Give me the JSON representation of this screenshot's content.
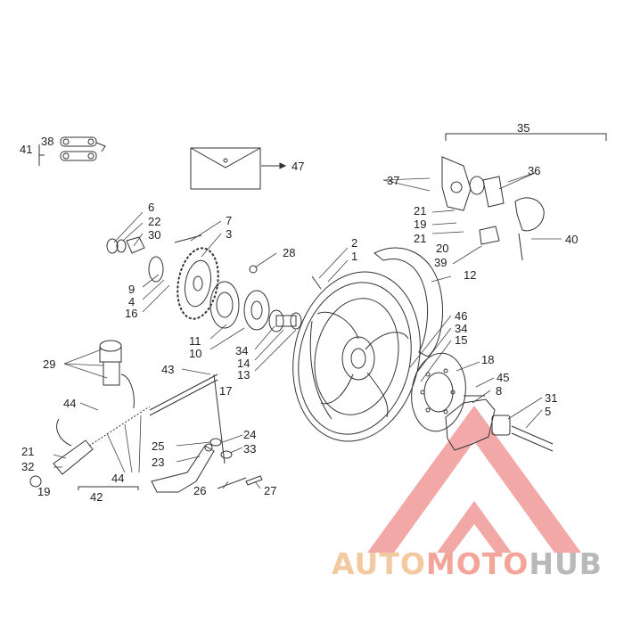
{
  "diagram": {
    "labels": [
      {
        "id": "l41",
        "text": "41"
      },
      {
        "id": "l38",
        "text": "38"
      },
      {
        "id": "l47",
        "text": "47"
      },
      {
        "id": "l35",
        "text": "35"
      },
      {
        "id": "l37",
        "text": "37"
      },
      {
        "id": "l36",
        "text": "36"
      },
      {
        "id": "l21a",
        "text": "21"
      },
      {
        "id": "l19a",
        "text": "19"
      },
      {
        "id": "l21b",
        "text": "21"
      },
      {
        "id": "l20",
        "text": "20"
      },
      {
        "id": "l39",
        "text": "39"
      },
      {
        "id": "l40",
        "text": "40"
      },
      {
        "id": "l6",
        "text": "6"
      },
      {
        "id": "l22",
        "text": "22"
      },
      {
        "id": "l30",
        "text": "30"
      },
      {
        "id": "l7",
        "text": "7"
      },
      {
        "id": "l3",
        "text": "3"
      },
      {
        "id": "l28",
        "text": "28"
      },
      {
        "id": "l2",
        "text": "2"
      },
      {
        "id": "l1",
        "text": "1"
      },
      {
        "id": "l12",
        "text": "12"
      },
      {
        "id": "l9",
        "text": "9"
      },
      {
        "id": "l4",
        "text": "4"
      },
      {
        "id": "l16",
        "text": "16"
      },
      {
        "id": "l11",
        "text": "11"
      },
      {
        "id": "l10",
        "text": "10"
      },
      {
        "id": "l34a",
        "text": "34"
      },
      {
        "id": "l14",
        "text": "14"
      },
      {
        "id": "l13",
        "text": "13"
      },
      {
        "id": "l46",
        "text": "46"
      },
      {
        "id": "l34b",
        "text": "34"
      },
      {
        "id": "l15",
        "text": "15"
      },
      {
        "id": "l29",
        "text": "29"
      },
      {
        "id": "l43",
        "text": "43"
      },
      {
        "id": "l17",
        "text": "17"
      },
      {
        "id": "l18",
        "text": "18"
      },
      {
        "id": "l45",
        "text": "45"
      },
      {
        "id": "l8",
        "text": "8"
      },
      {
        "id": "l31",
        "text": "31"
      },
      {
        "id": "l5",
        "text": "5"
      },
      {
        "id": "l44a",
        "text": "44"
      },
      {
        "id": "l24",
        "text": "24"
      },
      {
        "id": "l33",
        "text": "33"
      },
      {
        "id": "l25",
        "text": "25"
      },
      {
        "id": "l23",
        "text": "23"
      },
      {
        "id": "l21c",
        "text": "21"
      },
      {
        "id": "l32",
        "text": "32"
      },
      {
        "id": "l44b",
        "text": "44"
      },
      {
        "id": "l19b",
        "text": "19"
      },
      {
        "id": "l42",
        "text": "42"
      },
      {
        "id": "l26",
        "text": "26"
      },
      {
        "id": "l27",
        "text": "27"
      }
    ]
  },
  "watermark": {
    "auto": "AUTO",
    "moto": "MOTO",
    "hub": "HUB",
    "colors": {
      "auto": "#f2c9a0",
      "moto": "#f4a59a",
      "hub": "#b9b9b9",
      "triangle": "#f19a9a"
    }
  }
}
